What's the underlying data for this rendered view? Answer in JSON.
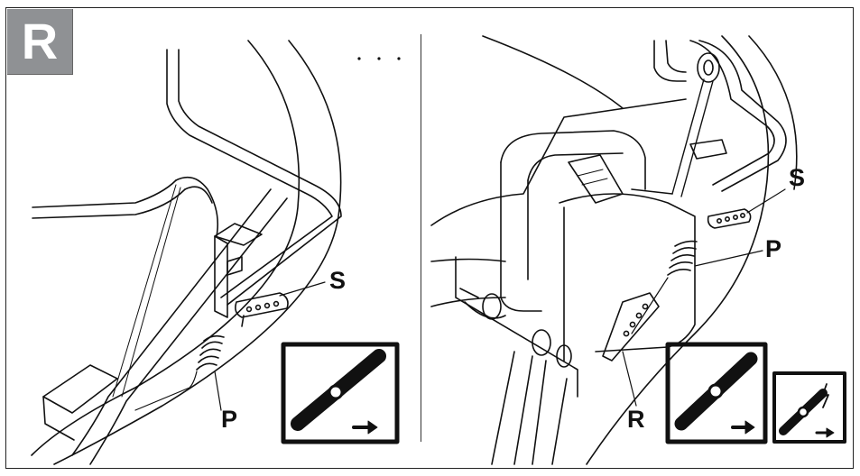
{
  "badge": {
    "letter": "R",
    "color": "#8f9194"
  },
  "left_panel": {
    "labels": {
      "s": "S",
      "p": "P"
    }
  },
  "right_panel": {
    "labels": {
      "s": "S",
      "p": "P",
      "r": "R"
    }
  },
  "icons": [
    {
      "name": "blade-height-icon"
    },
    {
      "name": "blade-height-icon"
    },
    {
      "name": "blade-electric-icon"
    }
  ]
}
